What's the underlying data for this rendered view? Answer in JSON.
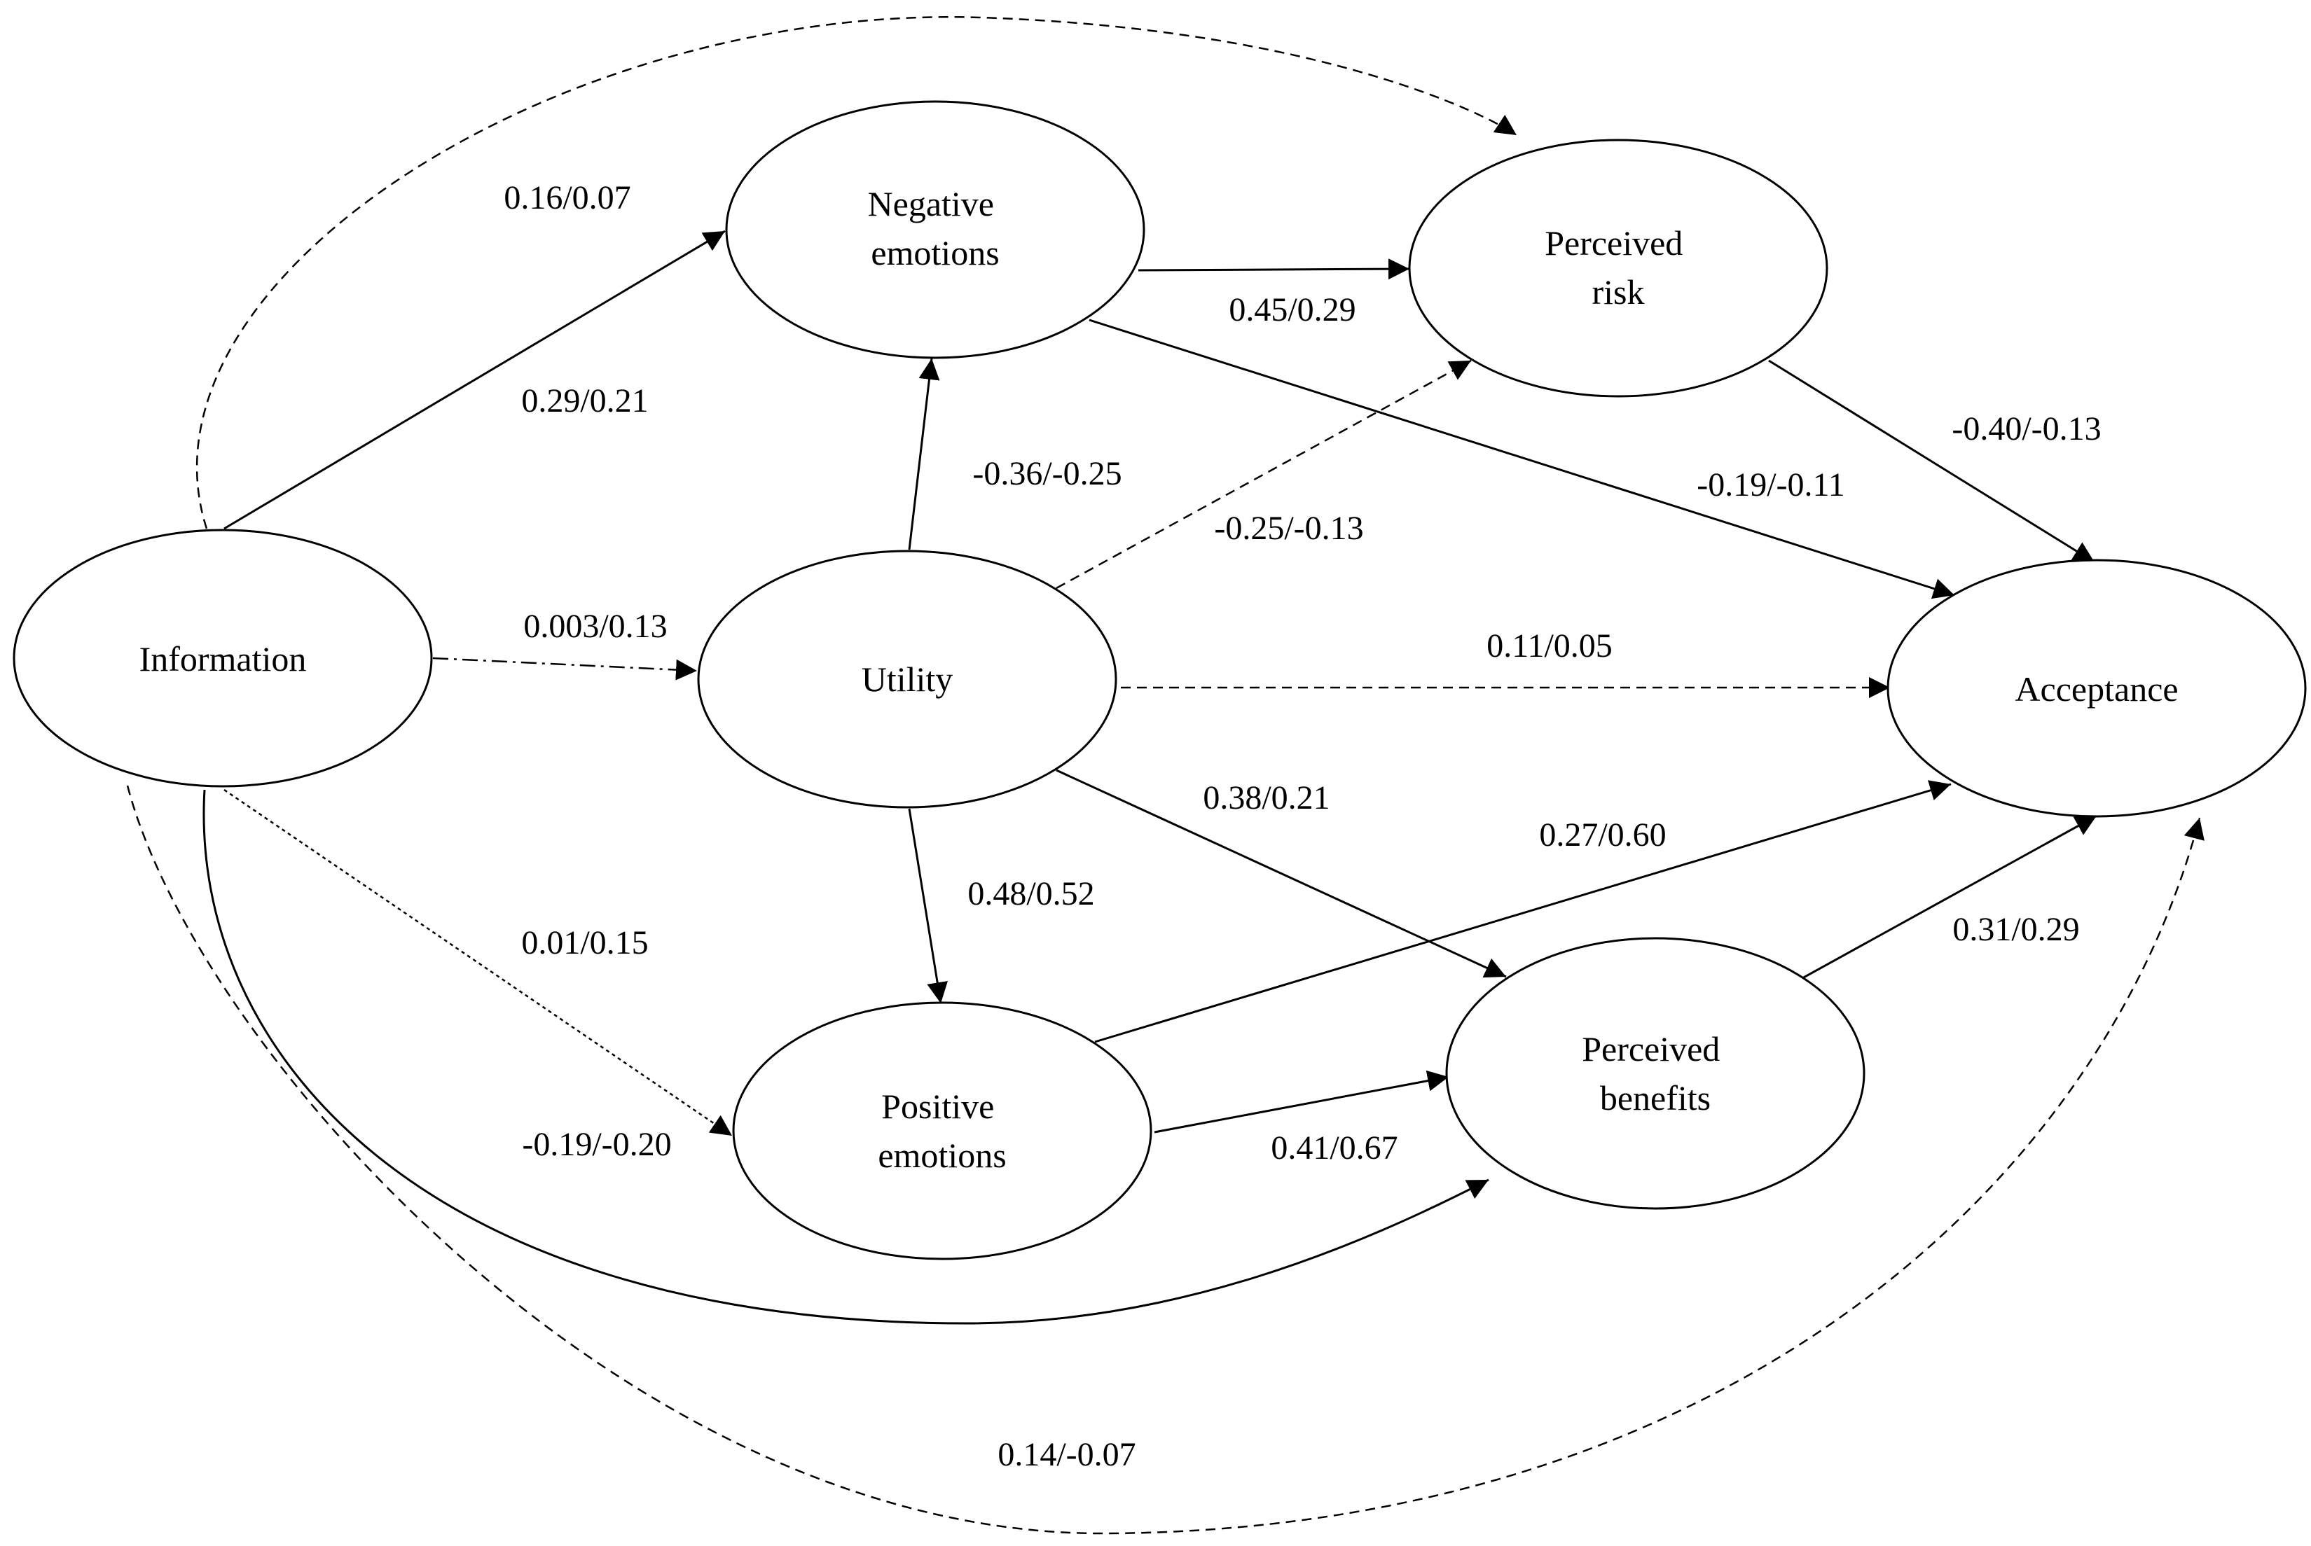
{
  "nodes": {
    "information": {
      "label": [
        "Information"
      ]
    },
    "negative_emotions": {
      "label": [
        "Negative",
        "emotions"
      ]
    },
    "perceived_risk": {
      "label": [
        "Perceived",
        "risk"
      ]
    },
    "utility": {
      "label": [
        "Utility"
      ]
    },
    "acceptance": {
      "label": [
        "Acceptance"
      ]
    },
    "positive_emotions": {
      "label": [
        "Positive",
        "emotions"
      ]
    },
    "perceived_benefits": {
      "label": [
        "Perceived",
        "benefits"
      ]
    }
  },
  "edges": [
    {
      "id": "information-negative_emotions",
      "from": "information",
      "to": "negative_emotions",
      "label": "0.29/0.21",
      "style": "solid"
    },
    {
      "id": "information-perceived_risk",
      "from": "information",
      "to": "perceived_risk",
      "label": "0.16/0.07",
      "style": "dashed"
    },
    {
      "id": "information-utility",
      "from": "information",
      "to": "utility",
      "label": "0.003/0.13",
      "style": "dashdot"
    },
    {
      "id": "information-positive_emotions",
      "from": "information",
      "to": "positive_emotions",
      "label": "0.01/0.15",
      "style": "dotted"
    },
    {
      "id": "information-perceived_benefits",
      "from": "information",
      "to": "perceived_benefits",
      "label": "-0.19/-0.20",
      "style": "solid"
    },
    {
      "id": "information-acceptance",
      "from": "information",
      "to": "acceptance",
      "label": "0.14/-0.07",
      "style": "dashed"
    },
    {
      "id": "negative_emotions-perceived_risk",
      "from": "negative_emotions",
      "to": "perceived_risk",
      "label": "0.45/0.29",
      "style": "solid"
    },
    {
      "id": "negative_emotions-acceptance",
      "from": "negative_emotions",
      "to": "acceptance",
      "label": "-0.19/-0.11",
      "style": "solid"
    },
    {
      "id": "utility-negative_emotions",
      "from": "utility",
      "to": "negative_emotions",
      "label": "-0.36/-0.25",
      "style": "solid"
    },
    {
      "id": "utility-perceived_risk",
      "from": "utility",
      "to": "perceived_risk",
      "label": "-0.25/-0.13",
      "style": "dashed"
    },
    {
      "id": "utility-acceptance",
      "from": "utility",
      "to": "acceptance",
      "label": "0.11/0.05",
      "style": "dashed"
    },
    {
      "id": "utility-perceived_benefits",
      "from": "utility",
      "to": "perceived_benefits",
      "label": "0.38/0.21",
      "style": "solid"
    },
    {
      "id": "utility-positive_emotions",
      "from": "utility",
      "to": "positive_emotions",
      "label": "0.48/0.52",
      "style": "solid"
    },
    {
      "id": "perceived_risk-acceptance",
      "from": "perceived_risk",
      "to": "acceptance",
      "label": "-0.40/-0.13",
      "style": "solid"
    },
    {
      "id": "positive_emotions-acceptance",
      "from": "positive_emotions",
      "to": "acceptance",
      "label": "0.27/0.60",
      "style": "solid"
    },
    {
      "id": "positive_emotions-perceived_benefits",
      "from": "positive_emotions",
      "to": "perceived_benefits",
      "label": "0.41/0.67",
      "style": "solid"
    },
    {
      "id": "perceived_benefits-acceptance",
      "from": "perceived_benefits",
      "to": "acceptance",
      "label": "0.31/0.29",
      "style": "solid"
    }
  ]
}
